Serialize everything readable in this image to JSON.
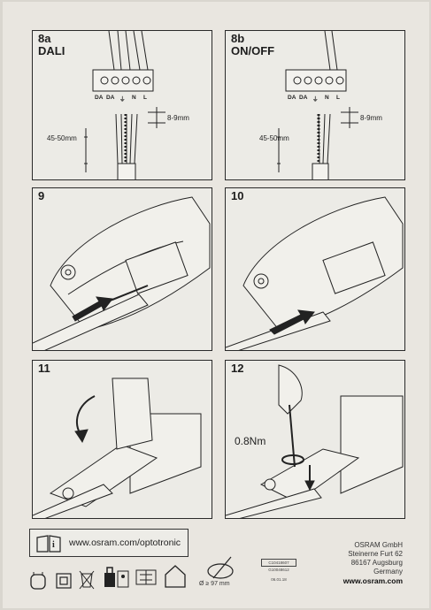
{
  "panels": {
    "p8a": {
      "number": "8a",
      "subtitle": "DALI",
      "terminals": [
        "DA",
        "DA",
        "⏚",
        "N",
        "L"
      ],
      "strip_length": "8-9mm",
      "sheath_length": "45-50mm"
    },
    "p8b": {
      "number": "8b",
      "subtitle": "ON/OFF",
      "terminals": [
        "DA",
        "DA",
        "⏚",
        "N",
        "L"
      ],
      "strip_length": "8-9mm",
      "sheath_length": "45-50mm"
    },
    "p9": {
      "number": "9"
    },
    "p10": {
      "number": "10"
    },
    "p11": {
      "number": "11"
    },
    "p12": {
      "number": "12",
      "torque": "0.8Nm"
    }
  },
  "footer": {
    "url": "www.osram.com/optotronic",
    "company": {
      "name": "OSRAM GmbH",
      "street": "Steinerne Furt 62",
      "city": "86167 Augsburg",
      "country": "Germany",
      "website": "www.osram.com"
    },
    "hole_diameter": "Ø ≥ 97 mm",
    "stamp": {
      "code": "C10418607",
      "code2": "G10048612",
      "date": "06.01.18"
    }
  },
  "icons": [
    "info-book-icon",
    "class-ii-insulation-icon",
    "weee-bin-icon",
    "safety-transformer-icon",
    "control-gear-icon",
    "indoor-use-icon",
    "mounting-hole-icon"
  ]
}
